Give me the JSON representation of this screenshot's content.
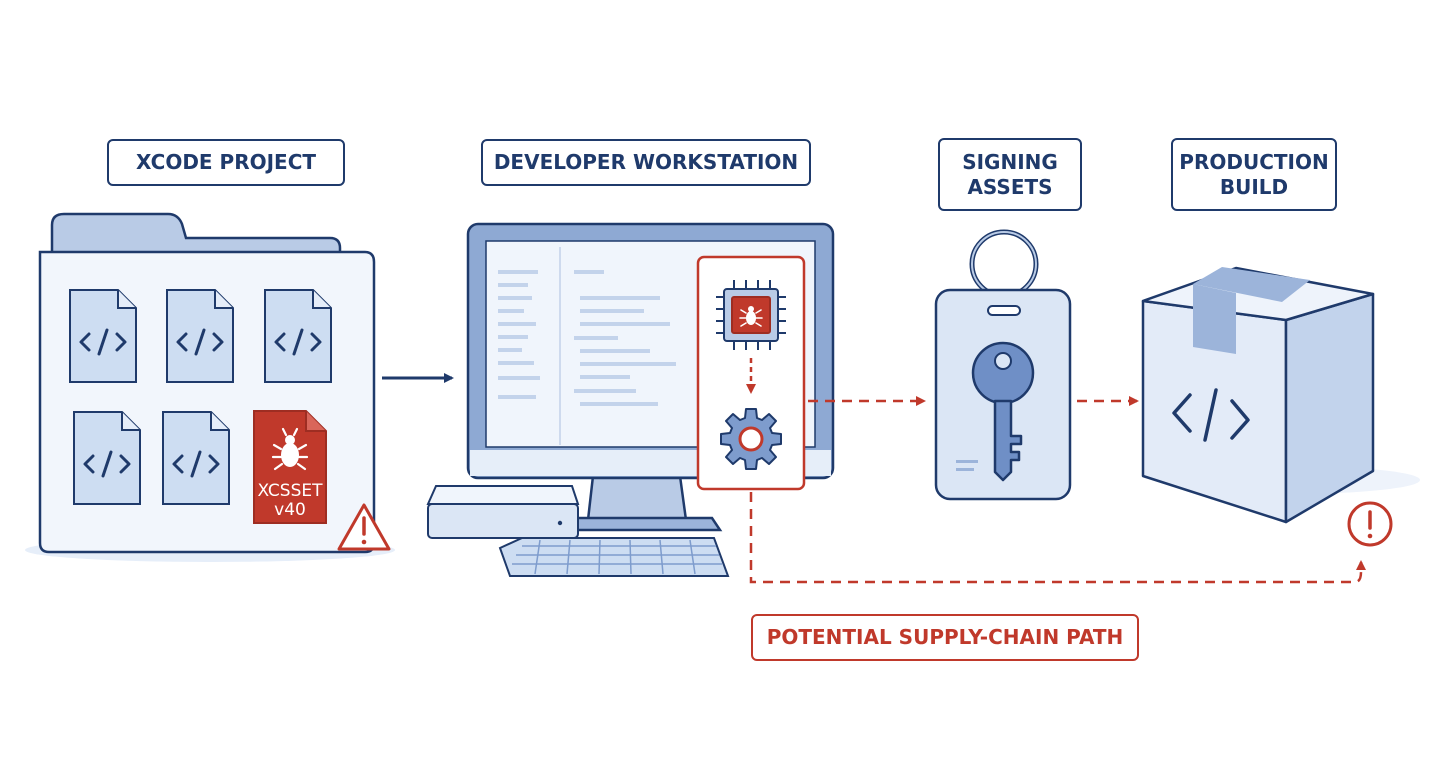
{
  "labels": {
    "xcode_project": "XCODE PROJECT",
    "developer_workstation": "DEVELOPER WORKSTATION",
    "signing_assets_line1": "SIGNING",
    "signing_assets_line2": "ASSETS",
    "production_build_line1": "PRODUCTION",
    "production_build_line2": "BUILD",
    "supply_chain_path": "POTENTIAL SUPPLY-CHAIN PATH"
  },
  "malware_file": {
    "line1": "XCSSET",
    "line2": "v40"
  },
  "code_glyph": "</>",
  "icons": [
    "folder-icon",
    "code-file-icon",
    "bug-icon",
    "warning-triangle-icon",
    "monitor-icon",
    "cpu-chip-icon",
    "gear-icon",
    "mac-mini-icon",
    "keyboard-icon",
    "key-tag-icon",
    "box-icon",
    "alert-circle-icon"
  ],
  "colors": {
    "navy": "#1f3a6b",
    "blue_fill": "#dbe6f5",
    "light_fill": "#f0f5fc",
    "accent_blue": "#5b7fc0",
    "danger_red": "#c0392b"
  }
}
